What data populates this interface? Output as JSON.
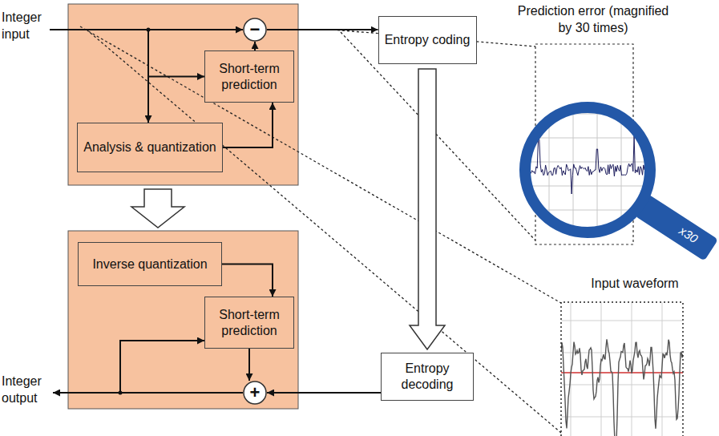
{
  "diagram": {
    "nodes": [
      {
        "text": [
          "−"
        ]
      },
      {
        "text": [
          "Short-term prediction"
        ]
      },
      {
        "text": [
          "Analysis & quantization"
        ]
      },
      {
        "text": [
          "Entropy coding"
        ]
      },
      {
        "text": [
          "Inverse quantization"
        ]
      },
      {
        "text": [
          "Short-term prediction"
        ]
      },
      {
        "text": [
          "+"
        ]
      },
      {
        "text": [
          "Entropy decoding"
        ]
      }
    ],
    "edges": [
      {
        "from": 1,
        "to": 0,
        "arrow": "to"
      },
      {
        "from": 2,
        "to": 1,
        "arrow": "to"
      },
      {
        "from": 0,
        "to": 3,
        "arrow": "to"
      },
      {
        "from": 3,
        "to": 7,
        "arrow": "to"
      },
      {
        "from": 4,
        "to": 5,
        "arrow": "to"
      },
      {
        "from": 5,
        "to": 6,
        "arrow": "to"
      },
      {
        "from": 7,
        "to": 6,
        "arrow": "to"
      },
      {
        "from": 6,
        "to": 5,
        "arrow": "to"
      }
    ],
    "labels": [
      "Integer input",
      "Prediction error (magnified by 30 times)",
      "x30",
      "Input waveform",
      "Integer output"
    ]
  }
}
